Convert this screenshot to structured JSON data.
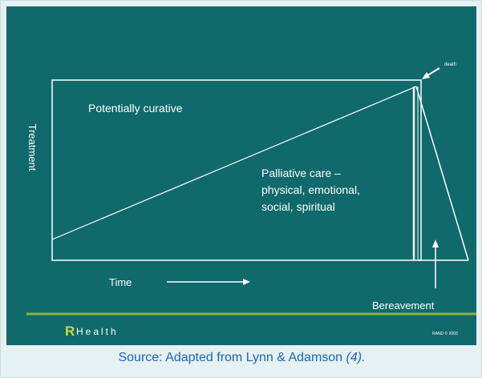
{
  "slide": {
    "y_axis_label": "Treatment",
    "curative_label": "Potentially curative",
    "palliative_lines": [
      "Palliative care –",
      "physical, emotional,",
      "social, spiritual"
    ],
    "time_label": "Time",
    "death_label": "death",
    "bereavement_label": "Bereavement",
    "logo_letter": "R",
    "logo_text": "Health",
    "footer_small_text": "RAND © 2003"
  },
  "caption": {
    "text": "Source: Adapted from Lynn & Adamson ",
    "ref": "(4)."
  },
  "colors": {
    "slide_bg": "#10696b",
    "rule": "#8ab63a",
    "logo_r": "#c8d84a",
    "caption": "#1a66b8"
  }
}
